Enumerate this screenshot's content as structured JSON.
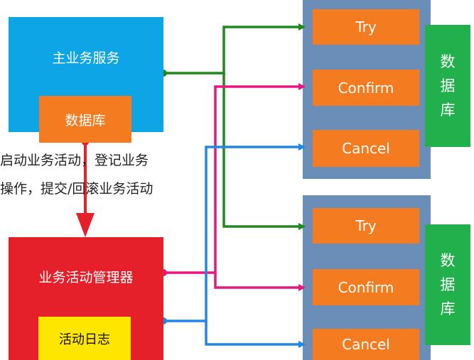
{
  "main_service": "主业务服务",
  "main_db": "数据库",
  "note_line1": "启动业务活动，登记业务",
  "note_line2": "操作，提交/回滚业务活动",
  "activity_manager": "业务活动管理器",
  "activity_log": "活动日志",
  "services": [
    {
      "try": "Try",
      "confirm": "Confirm",
      "cancel": "Cancel",
      "db": [
        "数",
        "据",
        "库"
      ]
    },
    {
      "try": "Try",
      "confirm": "Confirm",
      "cancel": "Cancel",
      "db": [
        "数",
        "据",
        "库"
      ]
    }
  ],
  "colors": {
    "green": "#1e8a1e",
    "pink": "#e8167e",
    "blue": "#1f87e6",
    "red": "#e5202a"
  }
}
